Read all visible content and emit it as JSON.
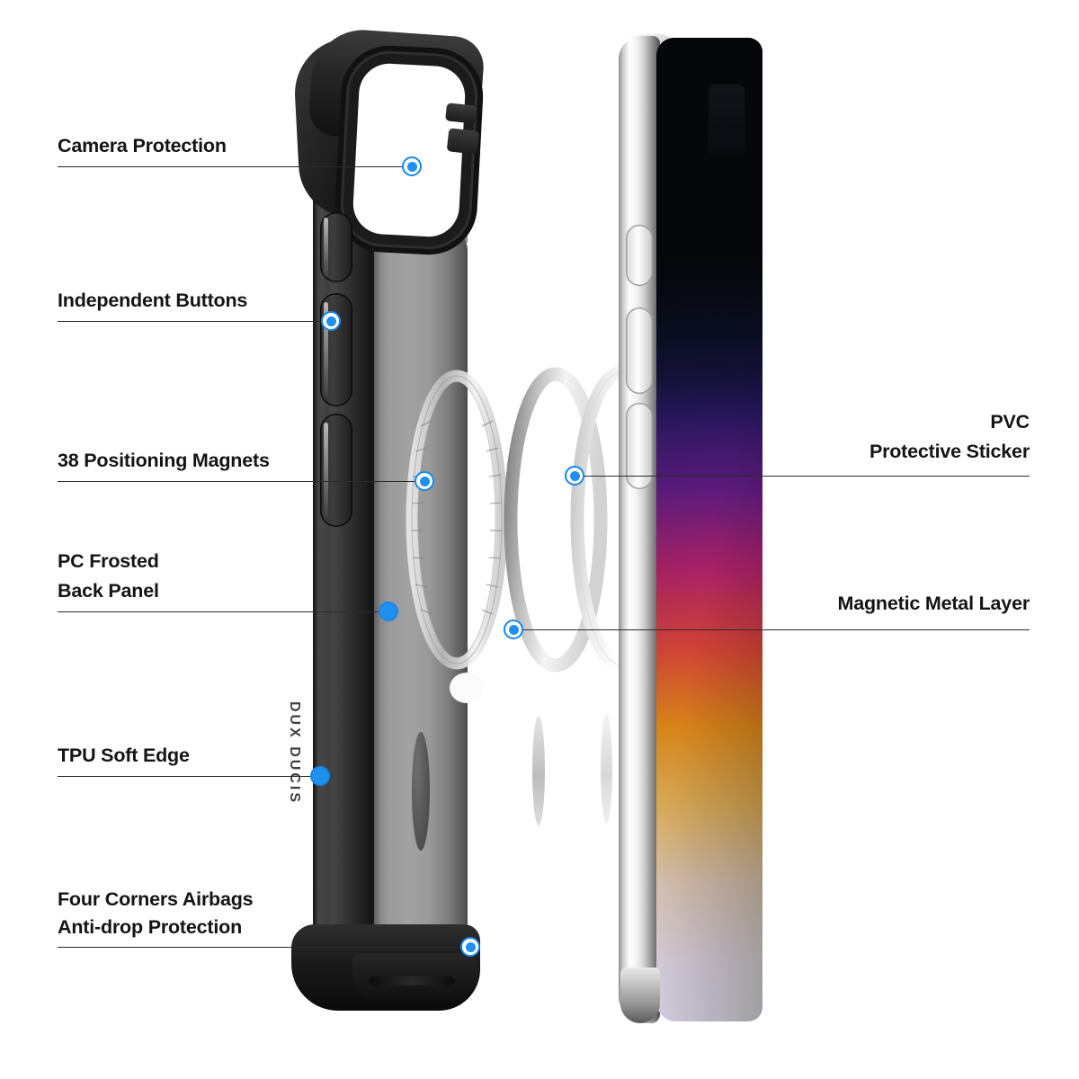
{
  "diagram": {
    "title": "Phone Case Exploded Feature Diagram",
    "product_brand": "DUX DUCIS",
    "background_color": "#ffffff",
    "marker_color": "#1f8ff0",
    "leader_line_color": "#2b2b2b",
    "text_color": "#141414"
  },
  "callouts_left": [
    {
      "id": "camera-protection",
      "label": "Camera Protection",
      "label_line2": ""
    },
    {
      "id": "independent-buttons",
      "label": "Independent Buttons",
      "label_line2": ""
    },
    {
      "id": "positioning-magnets",
      "label": "38 Positioning Magnets",
      "label_line2": ""
    },
    {
      "id": "pc-frosted-back-panel",
      "label": "PC Frosted",
      "label_line2": "Back Panel"
    },
    {
      "id": "tpu-soft-edge",
      "label": "TPU Soft Edge",
      "label_line2": ""
    },
    {
      "id": "four-corners-airbags",
      "label": "Four Corners Airbags",
      "label_line2": "Anti-drop Protection"
    }
  ],
  "callouts_right": [
    {
      "id": "pvc-protective-sticker",
      "label": "PVC",
      "label_line2": "Protective Sticker"
    },
    {
      "id": "magnetic-metal-layer",
      "label": "Magnetic Metal Layer",
      "label_line2": ""
    }
  ],
  "layers": {
    "case_label": "protective case side profile",
    "magnet_ring_label": "segmented magnet ring",
    "metal_ring_label": "magnetic metal layer ring",
    "pvc_ring_label": "PVC protective sticker ring",
    "phone_label": "smartphone side profile"
  },
  "magnet_count": "38"
}
